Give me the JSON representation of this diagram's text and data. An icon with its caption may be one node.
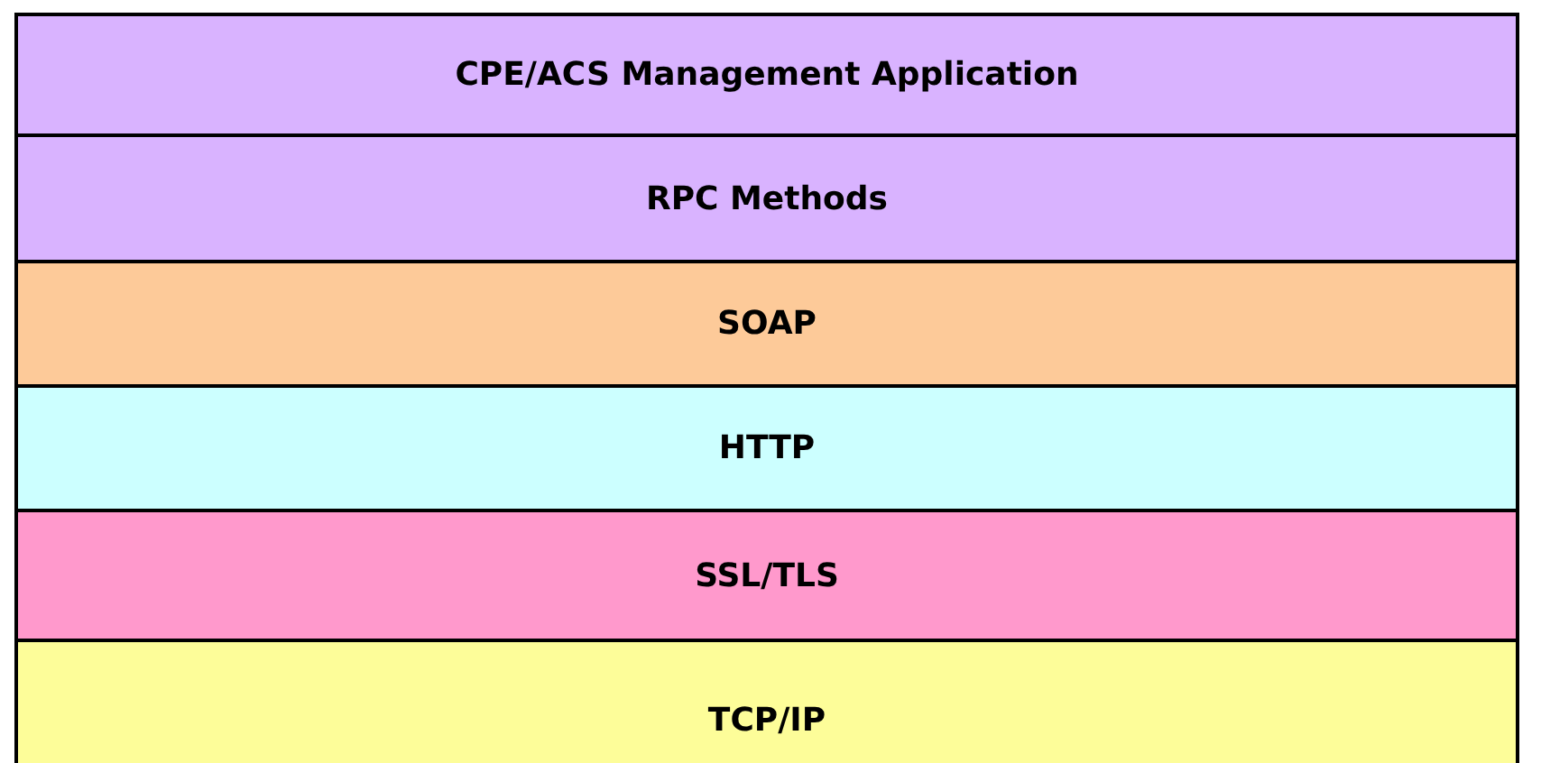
{
  "diagram": {
    "nodes": [
      {
        "text": [
          "CPE/ACS Management Application"
        ]
      },
      {
        "text": [
          "RPC Methods"
        ]
      },
      {
        "text": [
          "SOAP"
        ]
      },
      {
        "text": [
          "HTTP"
        ]
      },
      {
        "text": [
          "SSL/TLS"
        ]
      },
      {
        "text": [
          "TCP/IP"
        ]
      }
    ]
  }
}
